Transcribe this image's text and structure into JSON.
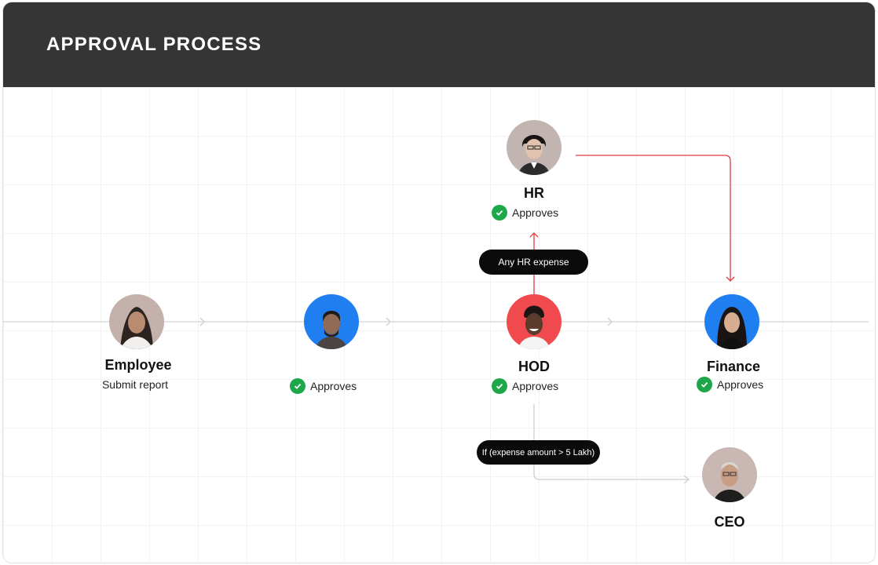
{
  "header": {
    "title": "APPROVAL PROCESS"
  },
  "nodes": {
    "employee": {
      "name": "Employee",
      "sub": "Submit report"
    },
    "manager": {
      "status": "Approves"
    },
    "hod": {
      "name": "HOD",
      "status": "Approves"
    },
    "hr": {
      "name": "HR",
      "status": "Approves"
    },
    "finance": {
      "name": "Finance",
      "status": "Approves"
    },
    "ceo": {
      "name": "CEO"
    }
  },
  "conditions": {
    "hr_condition": "Any HR expense",
    "ceo_condition": "If (expense amount > 5 Lakh)"
  },
  "colors": {
    "header_bg": "#353535",
    "accent_blue": "#1f7ef0",
    "accent_red": "#f04a4f",
    "check_green": "#1ea64a",
    "hr_flow_line": "#e23b3b"
  }
}
